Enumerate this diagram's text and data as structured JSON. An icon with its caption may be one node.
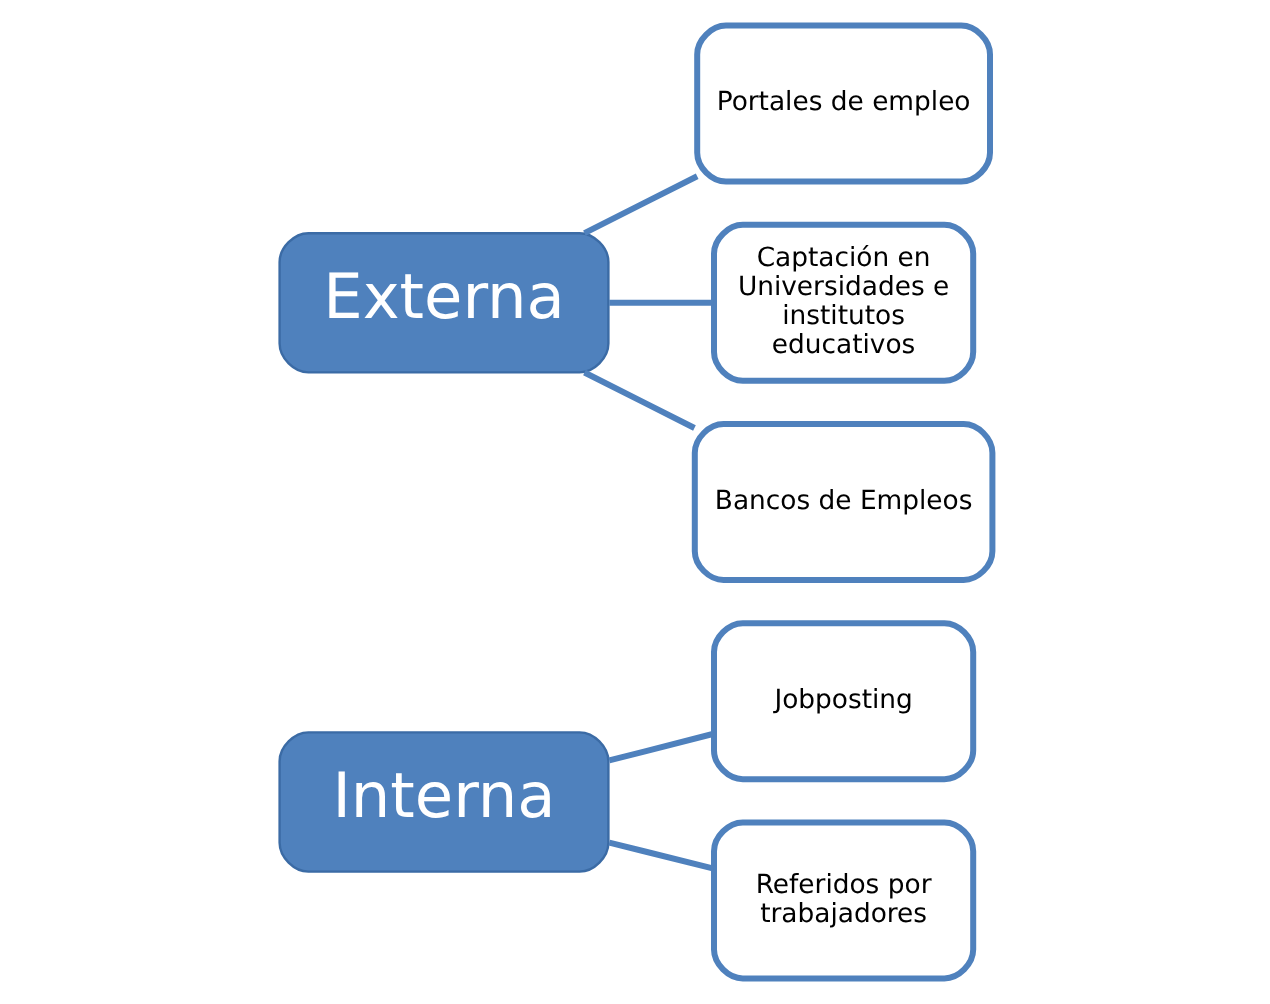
{
  "diagram": {
    "nodes": [
      {
        "text": [
          "Interna"
        ]
      },
      {
        "text": [
          "Jobposting"
        ]
      },
      {
        "text": [
          "Referidos por trabajadores"
        ]
      },
      {
        "text": [
          "Externa"
        ]
      },
      {
        "text": [
          "Portales de empleo"
        ]
      },
      {
        "text": [
          "Captación en Universidades e institutos educativos"
        ]
      },
      {
        "text": [
          "Bancos de Empleos"
        ]
      }
    ],
    "edges": [
      {
        "from": 0,
        "to": 1,
        "arrow": "none"
      },
      {
        "from": 0,
        "to": 2,
        "arrow": "none"
      },
      {
        "from": 3,
        "to": 4,
        "arrow": "none"
      },
      {
        "from": 3,
        "to": 5,
        "arrow": "none"
      },
      {
        "from": 3,
        "to": 6,
        "arrow": "none"
      }
    ]
  }
}
